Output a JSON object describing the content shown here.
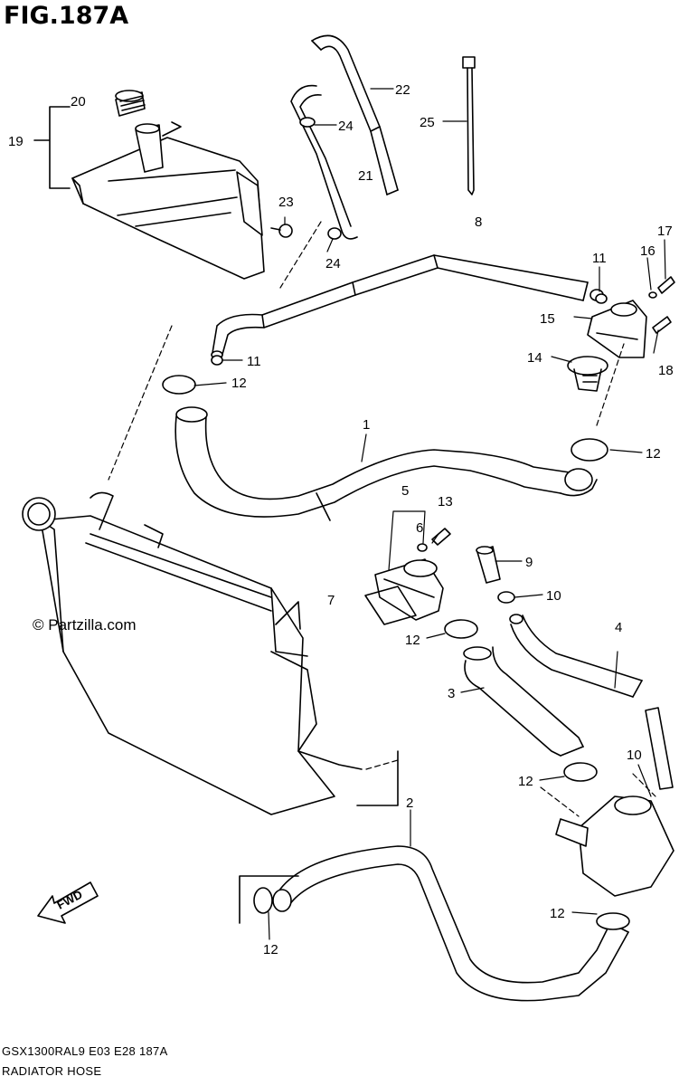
{
  "figure": {
    "title": "FIG.187A",
    "watermark": "© Partzilla.com",
    "footer_code": "GSX1300RAL9  E03  E28  187A",
    "footer_name": "RADIATOR HOSE",
    "fwd_label": "FWD"
  },
  "callouts": [
    {
      "id": "c1",
      "label": "1"
    },
    {
      "id": "c2",
      "label": "2"
    },
    {
      "id": "c3",
      "label": "3"
    },
    {
      "id": "c4",
      "label": "4"
    },
    {
      "id": "c5",
      "label": "5"
    },
    {
      "id": "c6",
      "label": "6"
    },
    {
      "id": "c7",
      "label": "7"
    },
    {
      "id": "c8",
      "label": "8"
    },
    {
      "id": "c9",
      "label": "9"
    },
    {
      "id": "c10a",
      "label": "10"
    },
    {
      "id": "c10b",
      "label": "10"
    },
    {
      "id": "c11a",
      "label": "11"
    },
    {
      "id": "c11b",
      "label": "11"
    },
    {
      "id": "c12a",
      "label": "12"
    },
    {
      "id": "c12b",
      "label": "12"
    },
    {
      "id": "c12c",
      "label": "12"
    },
    {
      "id": "c12d",
      "label": "12"
    },
    {
      "id": "c12e",
      "label": "12"
    },
    {
      "id": "c12f",
      "label": "12"
    },
    {
      "id": "c13",
      "label": "13"
    },
    {
      "id": "c14",
      "label": "14"
    },
    {
      "id": "c15",
      "label": "15"
    },
    {
      "id": "c16",
      "label": "16"
    },
    {
      "id": "c17",
      "label": "17"
    },
    {
      "id": "c18",
      "label": "18"
    },
    {
      "id": "c19",
      "label": "19"
    },
    {
      "id": "c20",
      "label": "20"
    },
    {
      "id": "c21",
      "label": "21"
    },
    {
      "id": "c22",
      "label": "22"
    },
    {
      "id": "c23",
      "label": "23"
    },
    {
      "id": "c24a",
      "label": "24"
    },
    {
      "id": "c24b",
      "label": "24"
    },
    {
      "id": "c25",
      "label": "25"
    }
  ]
}
